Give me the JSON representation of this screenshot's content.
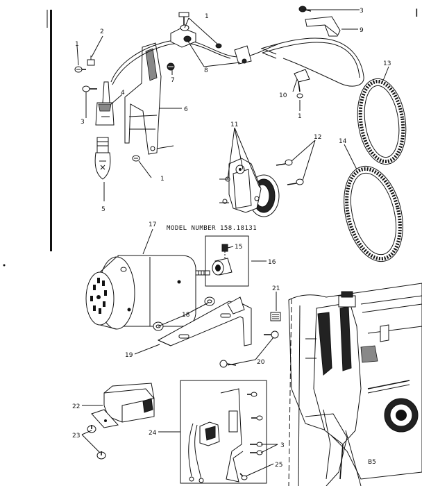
{
  "model_text": "MODEL NUMBER 158.18131",
  "page_code": "B5",
  "corner_mark": "I",
  "callouts": {
    "c1a": "1",
    "c1b": "1",
    "c1c": "1",
    "c1d": "1",
    "c2": "2",
    "c3a": "3",
    "c3b": "3",
    "c3c": "3",
    "c4": "4",
    "c5": "5",
    "c6": "6",
    "c7": "7",
    "c8": "8",
    "c9": "9",
    "c10": "10",
    "c11": "11",
    "c12": "12",
    "c13": "13",
    "c14": "14",
    "c15": "15",
    "c16": "16",
    "c17": "17",
    "c18": "18",
    "c19": "19",
    "c20": "20",
    "c21": "21",
    "c22": "22",
    "c23": "23",
    "c24": "24",
    "c25": "25"
  }
}
